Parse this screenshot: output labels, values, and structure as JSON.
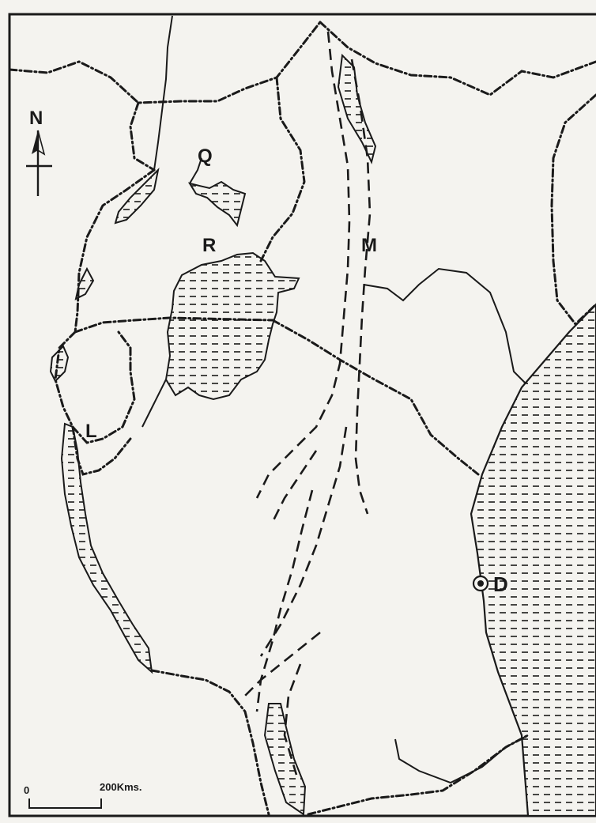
{
  "compass": {
    "north_label": "N"
  },
  "labels": {
    "Q": "Q",
    "R": "R",
    "M": "M",
    "L": "L",
    "D": "D"
  },
  "scale_bar": {
    "start_label": "0",
    "end_label": "200Kms."
  },
  "colors": {
    "ink": "#1a1a1a",
    "paper": "#f4f3ef"
  }
}
